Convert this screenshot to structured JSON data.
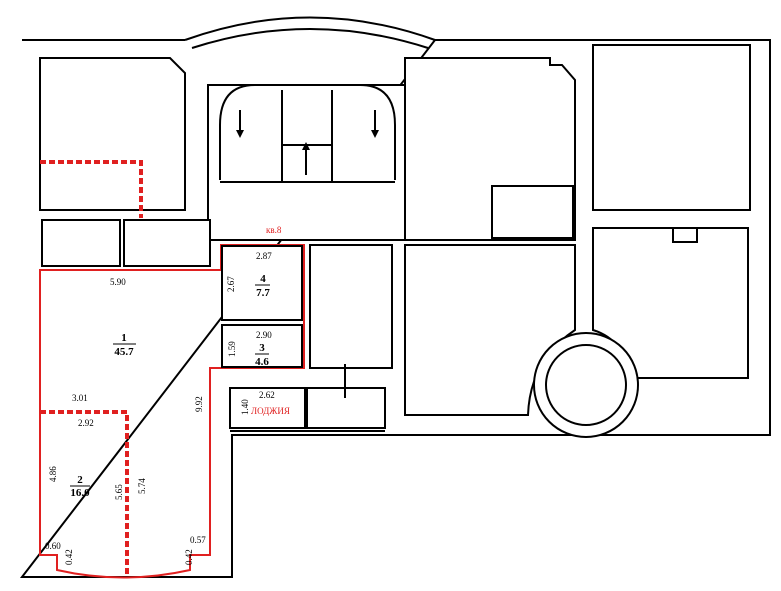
{
  "plan": {
    "apartment_label": "кв.8",
    "loggia_label": "ЛОДЖИЯ",
    "colors": {
      "highlight": "#e02020",
      "walls": "#000000"
    },
    "rooms": [
      {
        "number": "1",
        "area": "45.7"
      },
      {
        "number": "2",
        "area": "16.0"
      },
      {
        "number": "3",
        "area": "4.6"
      },
      {
        "number": "4",
        "area": "7.7"
      }
    ],
    "dimensions": {
      "r1_top": "5.90",
      "r1_mid": "3.01",
      "r1_right": "9.92",
      "r2_top": "2.92",
      "r2_left": "4.86",
      "r2_right": "5.65",
      "r2_right2": "5.74",
      "r2_bl": "0.60",
      "r2_bl2": "0.42",
      "r2_br": "0.57",
      "r2_br2": "0.42",
      "r4_top": "2.87",
      "r4_left": "2.67",
      "r3_top": "2.90",
      "r3_left": "1.59",
      "loggia_top": "2.62",
      "loggia_left": "1.40"
    }
  }
}
